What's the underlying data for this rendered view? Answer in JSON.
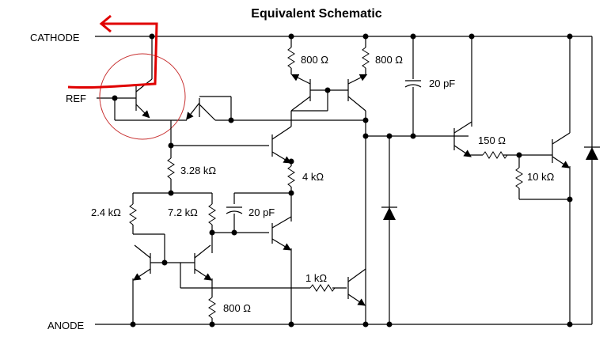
{
  "title": "Equivalent Schematic",
  "pins": {
    "cathode": "CATHODE",
    "ref": "REF",
    "anode": "ANODE"
  },
  "components": {
    "r_top_left": "800 Ω",
    "r_top_right": "800 Ω",
    "c_top": "20 pF",
    "r_3_28k": "3.28 kΩ",
    "r_4k": "4 kΩ",
    "r_2_4k": "2.4 kΩ",
    "r_7_2k": "7.2 kΩ",
    "c_mid": "20 pF",
    "r_150": "150 Ω",
    "r_10k": "10 kΩ",
    "r_1k": "1 kΩ",
    "r_800_bottom": "800 Ω"
  },
  "colors": {
    "annotation": "#e00000",
    "wire": "#000000"
  }
}
